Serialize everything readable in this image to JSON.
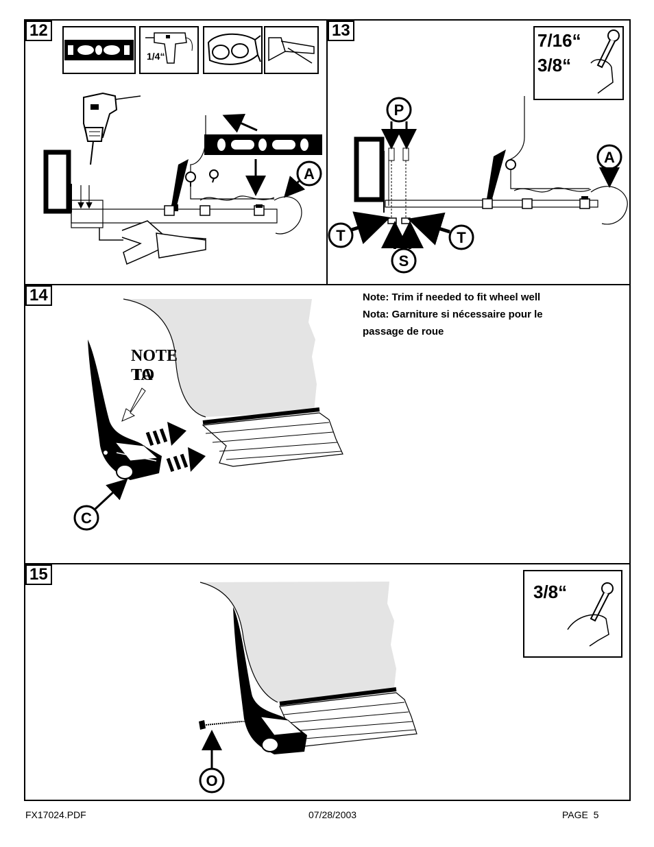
{
  "steps": {
    "s12": {
      "number": "12",
      "drill_bit": "1/4“"
    },
    "s13": {
      "number": "13",
      "wrench_size_1": "7/16“",
      "wrench_size_2": "3/8“"
    },
    "s14": {
      "number": "14",
      "overlay_text_1": "NOTE",
      "overlay_text_2a": "TO",
      "overlay_text_2b": "IA",
      "note_en": "Note: Trim if needed to fit wheel well",
      "note_fr_1": "Nota: Garniture si nécessaire pour le",
      "note_fr_2": "passage de roue"
    },
    "s15": {
      "number": "15",
      "wrench_size": "3/8“"
    }
  },
  "callouts": {
    "A": "A",
    "P": "P",
    "T": "T",
    "S": "S",
    "C": "C",
    "O": "O"
  },
  "footer": {
    "file": "FX17024.PDF",
    "date": "07/28/2003",
    "page": "PAGE  5"
  }
}
